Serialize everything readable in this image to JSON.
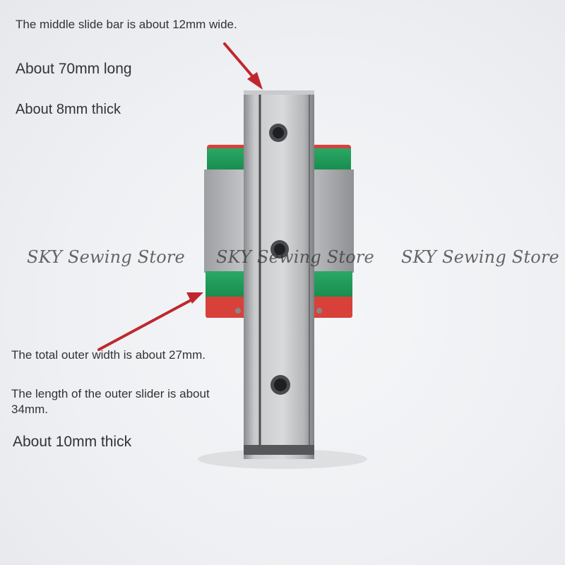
{
  "annotations": {
    "middle_bar_width": "The middle slide bar is about 12mm wide.",
    "bar_length": "About 70mm long",
    "bar_thickness": "About 8mm thick",
    "outer_width": "The total outer width is about 27mm.",
    "slider_length": "The length of the outer slider is about 34mm.",
    "slider_thickness": "About 10mm thick"
  },
  "watermark": {
    "left": "SKY Sewing Store",
    "center": "SKY Sewing Store",
    "right": "SKY Sewing Store"
  },
  "colors": {
    "arrow": "#c0272d",
    "end_cap_green": "#1f9a58",
    "end_cap_red": "#d8413a",
    "steel": "#b9b9bb"
  },
  "product": "miniature-linear-guide-rail-with-carriage"
}
